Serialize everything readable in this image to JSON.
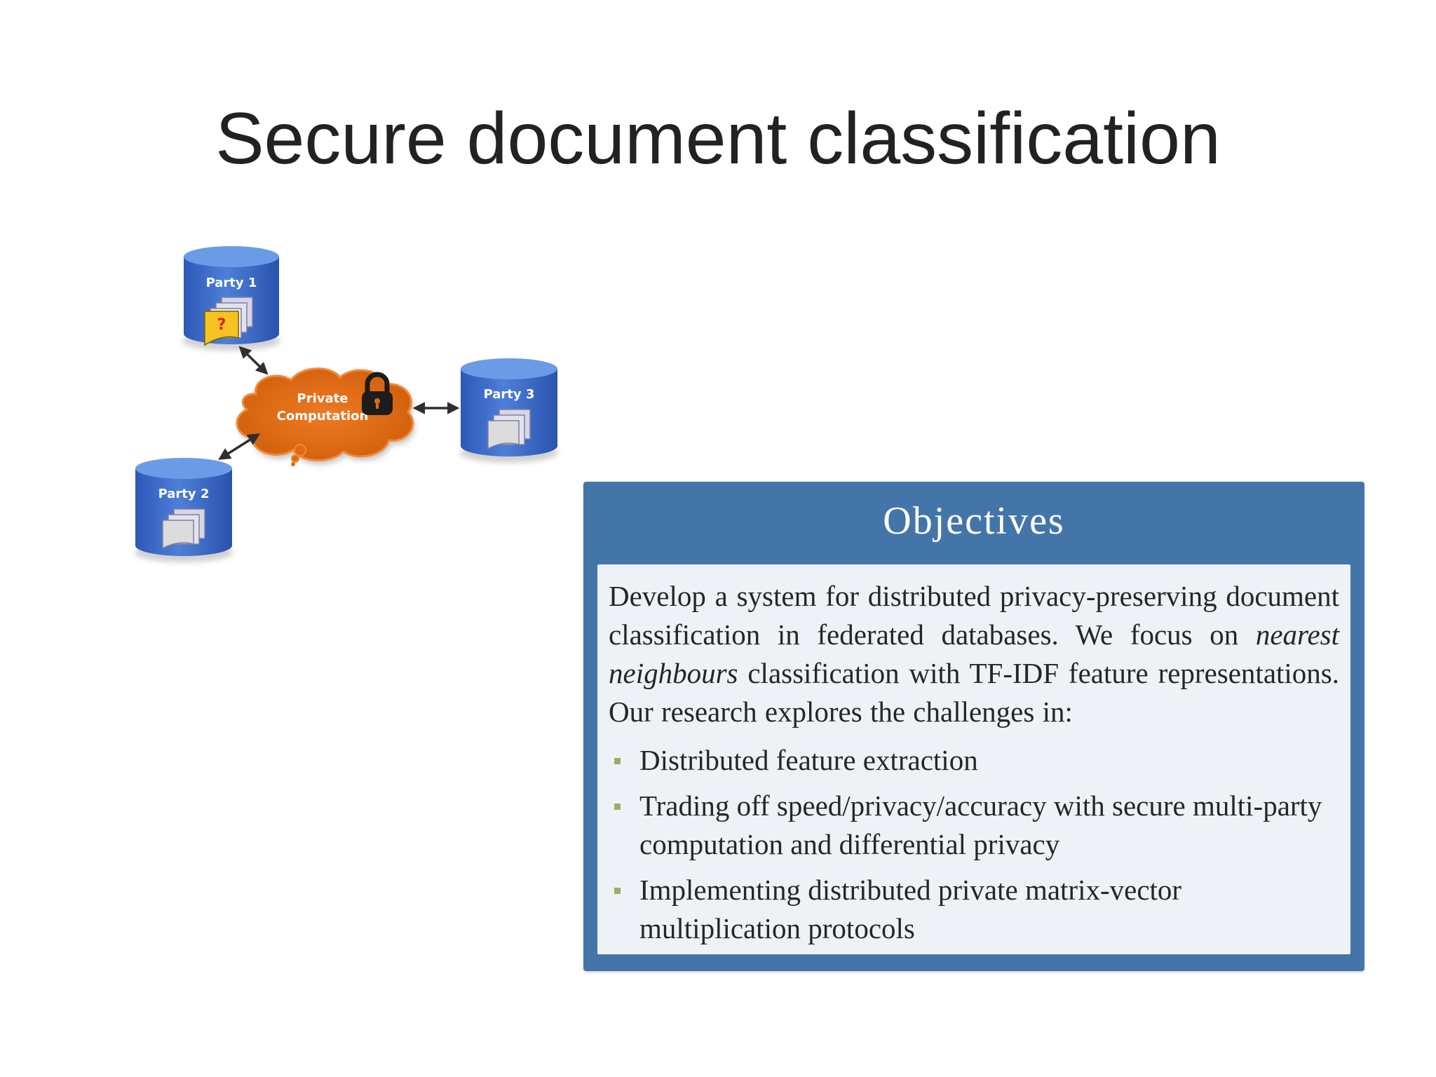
{
  "title": "Secure document classification",
  "diagram": {
    "parties": [
      {
        "label": "Party 1",
        "doc_marker": "?"
      },
      {
        "label": "Party 2"
      },
      {
        "label": "Party 3"
      }
    ],
    "cloud": {
      "line1": "Private",
      "line2": "Computation"
    },
    "colors": {
      "cylinder": "#3a66c5",
      "cloud": "#e06a12",
      "query_doc": "#f6c320"
    }
  },
  "objectives": {
    "heading": "Objectives",
    "intro_part1": "Develop a system for distributed privacy-preserving doc­ument classification in federated databases.  We focus on ",
    "intro_emph": "nearest neighbours",
    "intro_part2": " classification with TF-IDF feature representations. Our research explores the challenges in:",
    "bullets": [
      "Distributed feature extraction",
      "Trading off speed/privacy/accuracy with secure multi-party computation and differential privacy",
      "Implementing distributed private matrix-vector multiplication protocols"
    ]
  }
}
